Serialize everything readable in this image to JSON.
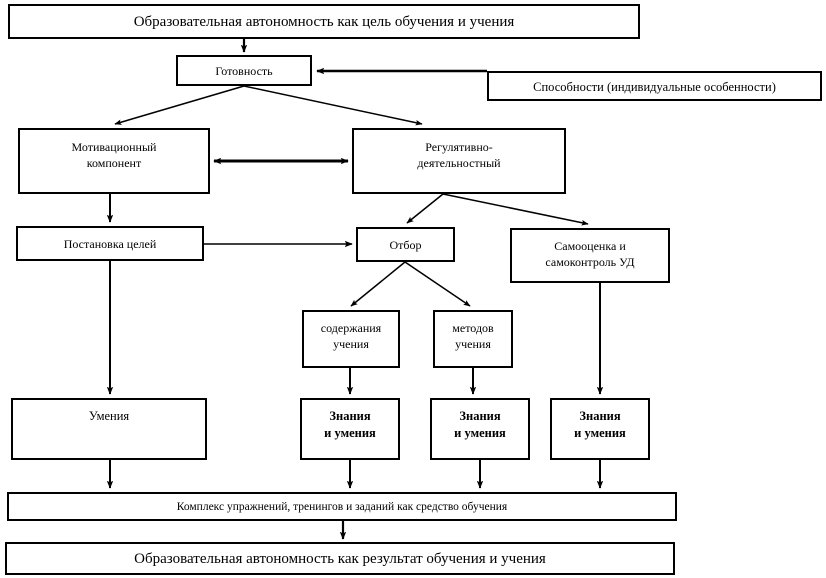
{
  "diagram": {
    "title_text": "Образовательная автономность как цель обучения и учения",
    "language": "ru",
    "background_color": "#ffffff",
    "line_color": "#000000",
    "text_color": "#000000",
    "nodes": {
      "goal": "Образовательная автономность как цель обучения и учения",
      "readiness": "Готовность",
      "abilities": "Способности (индивидуальные особенности)",
      "motivational": "Мотивационный\nкомпонент",
      "regulative": "Регулятивно-\nдеятельностный",
      "goal_setting": "Постановка целей",
      "selection": "Отбор",
      "self_evaluation": "Самооценка и\nсамоконтроль УД",
      "content_of_learning": "содержания\nучения",
      "methods_of_learning": "методов\nучения",
      "skills": "Умения",
      "knowledge_skills_1": "Знания\nи умения",
      "knowledge_skills_2": "Знания\nи умения",
      "knowledge_skills_3": "Знания\nи умения",
      "complex": "Комплекс упражнений, тренингов и заданий как средство обучения",
      "result": "Образовательная автономность как результат обучения и учения"
    },
    "edges": [
      {
        "from": "goal",
        "to": "readiness",
        "type": "arrow"
      },
      {
        "from": "abilities",
        "to": "readiness",
        "type": "arrow"
      },
      {
        "from": "readiness",
        "to": "motivational",
        "type": "arrow"
      },
      {
        "from": "readiness",
        "to": "regulative",
        "type": "arrow"
      },
      {
        "from": "motivational",
        "to": "regulative",
        "type": "double-arrow"
      },
      {
        "from": "motivational",
        "to": "goal_setting",
        "type": "arrow"
      },
      {
        "from": "regulative",
        "to": "selection",
        "type": "arrow"
      },
      {
        "from": "regulative",
        "to": "self_evaluation",
        "type": "arrow"
      },
      {
        "from": "goal_setting",
        "to": "selection",
        "type": "arrow"
      },
      {
        "from": "selection",
        "to": "content_of_learning",
        "type": "arrow"
      },
      {
        "from": "selection",
        "to": "methods_of_learning",
        "type": "arrow"
      },
      {
        "from": "goal_setting",
        "to": "skills",
        "type": "arrow"
      },
      {
        "from": "content_of_learning",
        "to": "knowledge_skills_1",
        "type": "arrow"
      },
      {
        "from": "methods_of_learning",
        "to": "knowledge_skills_2",
        "type": "arrow"
      },
      {
        "from": "self_evaluation",
        "to": "knowledge_skills_3",
        "type": "arrow"
      },
      {
        "from": "skills",
        "to": "complex",
        "type": "arrow"
      },
      {
        "from": "knowledge_skills_1",
        "to": "complex",
        "type": "arrow"
      },
      {
        "from": "knowledge_skills_2",
        "to": "complex",
        "type": "arrow"
      },
      {
        "from": "knowledge_skills_3",
        "to": "complex",
        "type": "arrow"
      },
      {
        "from": "complex",
        "to": "result",
        "type": "arrow"
      }
    ]
  }
}
